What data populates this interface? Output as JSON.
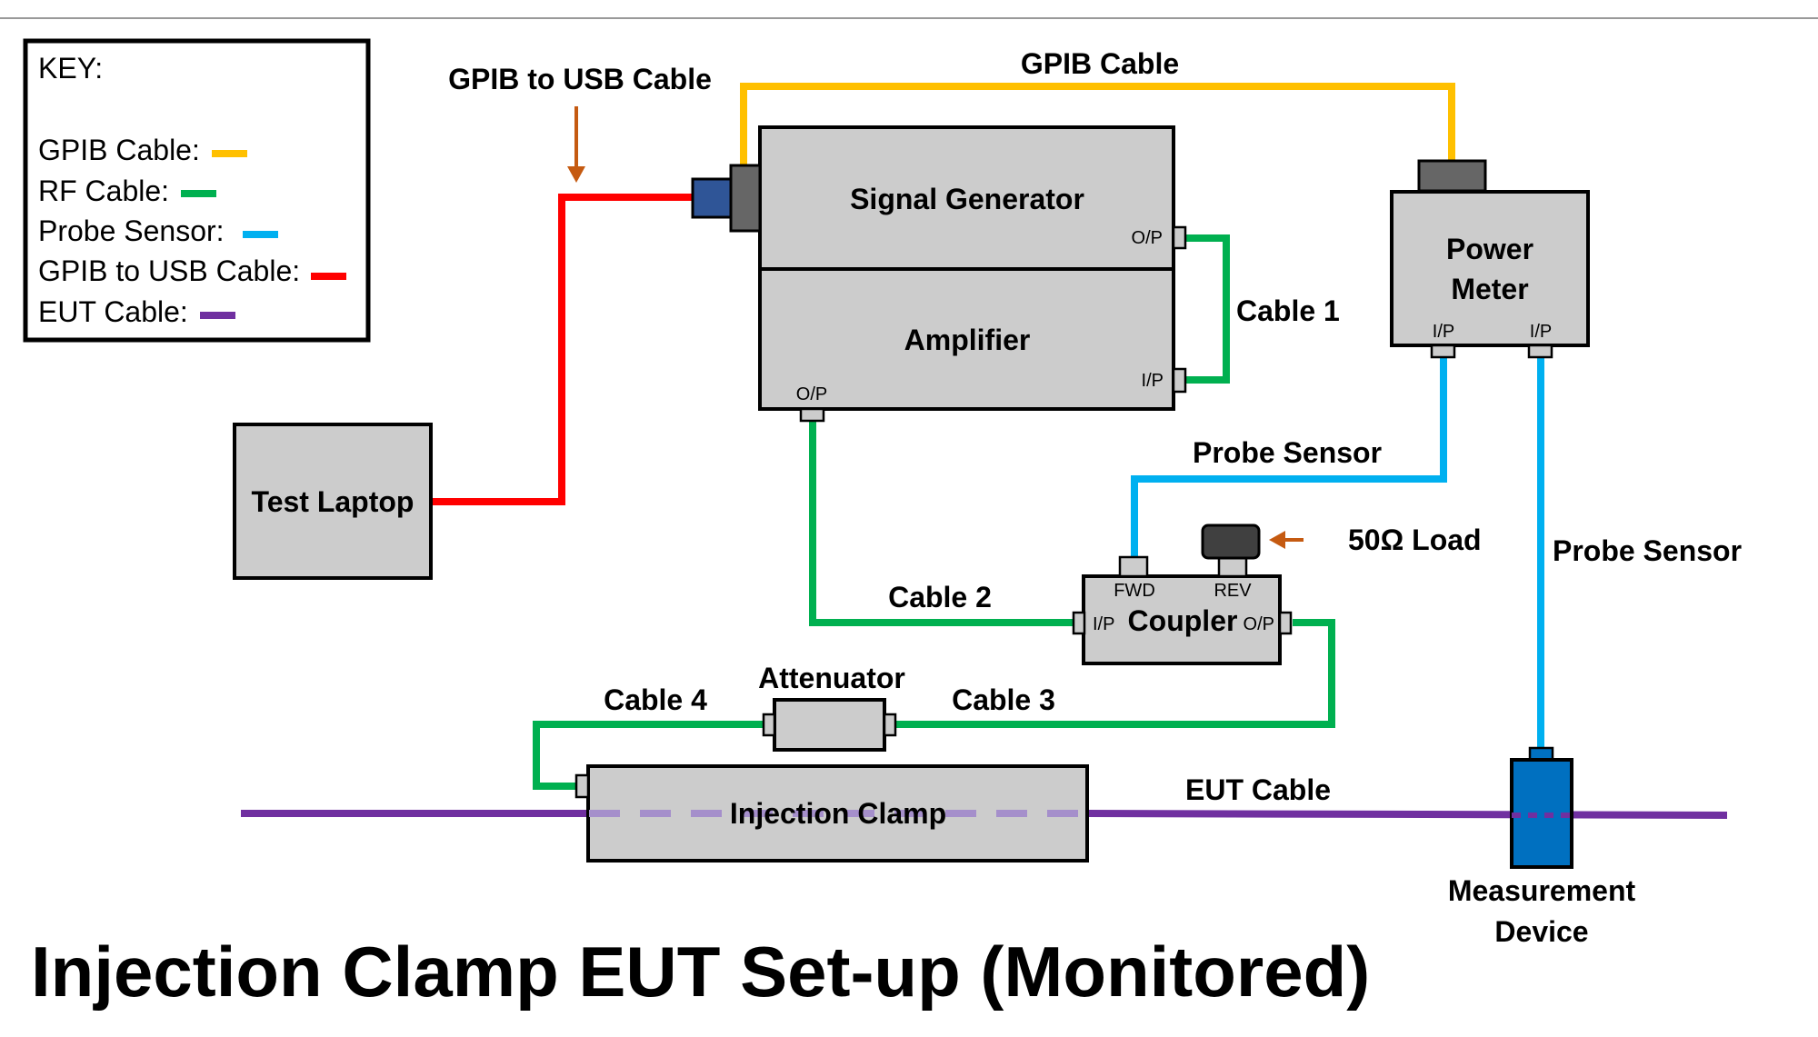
{
  "title": "Injection Clamp EUT Set-up (Monitored)",
  "colors": {
    "gpib": "#FFC000",
    "rf": "#00B050",
    "probe": "#00B0F0",
    "gpib_usb": "#FF0000",
    "eut": "#7030A0",
    "arrow": "#C55A11",
    "box_fill": "#CCCCCC",
    "measurement_device": "#0070C0",
    "usb_plug": "#2F5597"
  },
  "key": {
    "heading": "KEY:",
    "items": [
      {
        "label": "GPIB Cable:",
        "color": "#FFC000"
      },
      {
        "label": "RF Cable:",
        "color": "#00B050"
      },
      {
        "label": "Probe Sensor:",
        "color": "#00B0F0"
      },
      {
        "label": "GPIB to USB Cable:",
        "color": "#FF0000"
      },
      {
        "label": "EUT Cable:",
        "color": "#7030A0"
      }
    ]
  },
  "devices": {
    "signal_generator": {
      "name": "Signal Generator",
      "port_out": "O/P"
    },
    "amplifier": {
      "name": "Amplifier",
      "port_in": "I/P",
      "port_out": "O/P"
    },
    "power_meter": {
      "name_line1": "Power",
      "name_line2": "Meter",
      "port_in_1": "I/P",
      "port_in_2": "I/P"
    },
    "test_laptop": {
      "name": "Test Laptop"
    },
    "coupler": {
      "name": "Coupler",
      "port_in": "I/P",
      "port_out": "O/P",
      "port_fwd": "FWD",
      "port_rev": "REV"
    },
    "attenuator": {
      "name": "Attenuator"
    },
    "injection_clamp": {
      "name": "Injection Clamp"
    },
    "measurement_device": {
      "name_line1": "Measurement",
      "name_line2": "Device"
    }
  },
  "cable_labels": {
    "gpib_cable": "GPIB Cable",
    "gpib_to_usb": "GPIB to USB Cable",
    "cable_1": "Cable 1",
    "cable_2": "Cable 2",
    "cable_3": "Cable 3",
    "cable_4": "Cable 4",
    "probe_sensor_1": "Probe Sensor",
    "probe_sensor_2": "Probe Sensor",
    "load": "50Ω Load",
    "eut_cable": "EUT Cable"
  }
}
